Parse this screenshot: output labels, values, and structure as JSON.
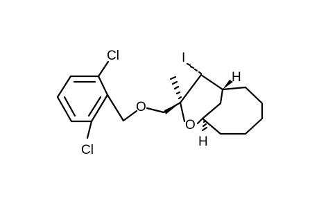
{
  "diagram": {
    "type": "chemical-structure",
    "atom_labels": {
      "cl_top": "Cl",
      "cl_bottom": "Cl",
      "oxygen_ether": "O",
      "oxygen_ring": "O",
      "iodine": "I",
      "h_top": "H",
      "h_bottom": "H"
    }
  }
}
